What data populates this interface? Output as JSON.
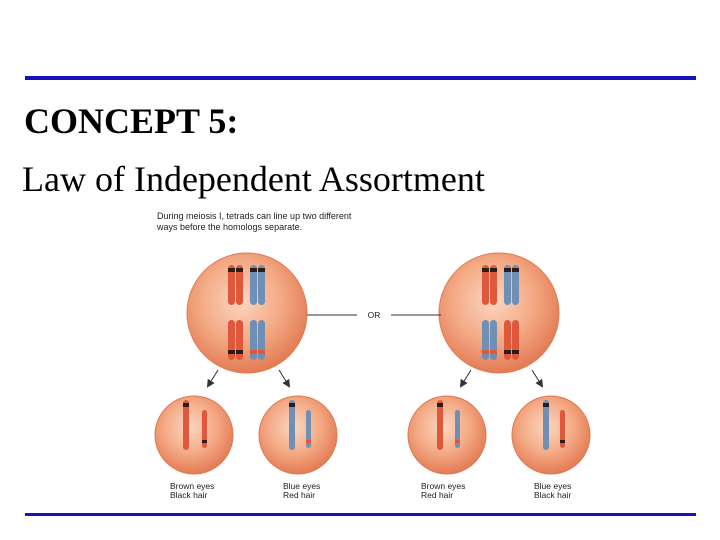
{
  "slide": {
    "title": "CONCEPT 5:",
    "subtitle": "Law of Independent Assortment"
  },
  "figure": {
    "caption_line1": "During meiosis I, tetrads can line up two different",
    "caption_line2": "ways before the homologs separate.",
    "or_label": "OR",
    "colors": {
      "cell_fill": "#f1a27e",
      "cell_edge": "#e07a52",
      "maternal": "#e0583c",
      "paternal": "#6f8fb5",
      "band_dark": "#2a1d1a",
      "rule": "#1414b8"
    },
    "outcomes": [
      {
        "line1": "Brown eyes",
        "line2": "Black hair"
      },
      {
        "line1": "Blue eyes",
        "line2": "Red hair"
      },
      {
        "line1": "Brown eyes",
        "line2": "Red hair"
      },
      {
        "line1": "Blue eyes",
        "line2": "Black hair"
      }
    ]
  }
}
